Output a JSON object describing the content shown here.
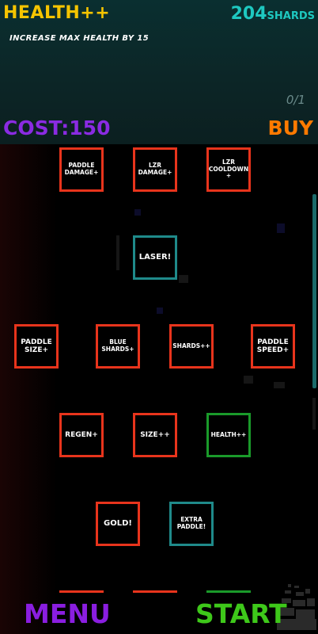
{
  "header": {
    "title": "HEALTH++",
    "shards_count": "204",
    "shards_label": "SHARDS",
    "description": "INCREASE MAX HEALTH BY 15",
    "progress": "0/1",
    "cost": "COST:150",
    "buy_label": "BUY"
  },
  "nodes": {
    "paddle_damage": "PADDLE DAMAGE+",
    "lzr_damage": "LZR DAMAGE+",
    "lzr_cooldown": "LZR COOLDOWN +",
    "laser": "LASER!",
    "paddle_size": "PADDLE SIZE+",
    "blue_shards": "BLUE SHARDS+",
    "shards": "SHARDS++",
    "paddle_speed": "PADDLE SPEED+",
    "regen": "REGEN+",
    "size": "SIZE++",
    "health": "HEALTH++",
    "gold": "GOLD!",
    "extra_paddle": "EXTRA PADDLE!"
  },
  "footer": {
    "menu_label": "MENU",
    "start_label": "START"
  },
  "colors": {
    "title": "#f5c400",
    "shards": "#1ec8c0",
    "cost": "#8a2be2",
    "buy": "#ff7a00",
    "node_locked": "#e8341c",
    "node_special": "#1f8a8a",
    "node_selected": "#1a9a2a",
    "menu": "#8a1ee0",
    "start": "#3ec81a"
  }
}
